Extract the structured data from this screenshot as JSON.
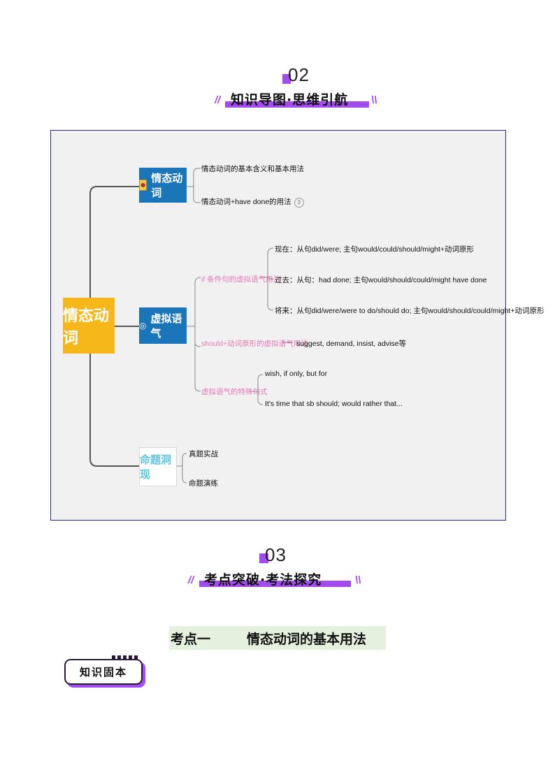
{
  "section2": {
    "number": "02",
    "title": "知识导图·思维引航"
  },
  "mindmap": {
    "root": "情态动词",
    "branch1": {
      "label": "情态动词",
      "icon": "badge-icon",
      "leaves": [
        "情态动词的基本含义和基本用法",
        "情态动词+have done的用法"
      ],
      "leaf2_marker": "3"
    },
    "branch2": {
      "label": "虚拟语气",
      "icon": "target-icon",
      "sub1": {
        "label": "if 条件句的虚拟语气用法",
        "leaves": [
          "现在：从句did/were; 主句would/could/should/might+动词原形",
          "过去：从句：had done; 主句would/should/could/might have done",
          "将来：从句did/were/were to do/should do; 主句would/should/could/might+动词原形"
        ]
      },
      "sub2": {
        "label": "should+动词原形的虚拟语气用法",
        "leaf": "suggest, demand, insist, advise等"
      },
      "sub3": {
        "label": "虚拟语气的特殊句式",
        "leaves": [
          "wish, if only, but for",
          "It's time that sb should; would rather that..."
        ]
      }
    },
    "branch3": {
      "label": "命题洞现",
      "leaves": [
        "真题实战",
        "命题演练"
      ]
    }
  },
  "section3": {
    "number": "03",
    "title": "考点突破·考法探究"
  },
  "exam_point": {
    "label": "考点一",
    "title": "情态动词的基本用法"
  },
  "badge": {
    "label": "知识固本"
  }
}
